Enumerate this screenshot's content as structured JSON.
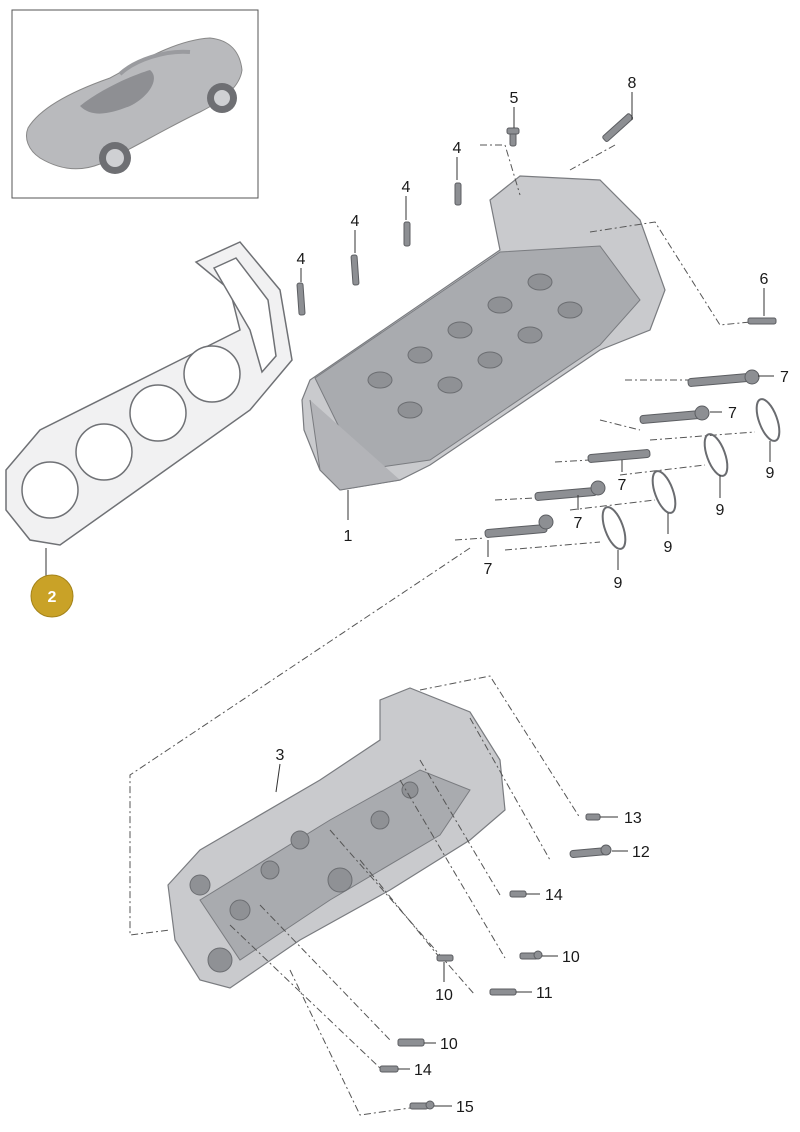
{
  "thumbnail": {
    "icon": "car-thumbnail-icon"
  },
  "parts": {
    "p1": "1",
    "p2": "2",
    "p3": "3",
    "p4": "4",
    "p5": "5",
    "p6": "6",
    "p7": "7",
    "p8": "8",
    "p9": "9",
    "p10": "10",
    "p11": "11",
    "p12": "12",
    "p13": "13",
    "p14": "14",
    "p15": "15"
  },
  "colors": {
    "highlight_badge": "#c9a227",
    "badge_text": "#ffffff",
    "line": "#333333"
  }
}
